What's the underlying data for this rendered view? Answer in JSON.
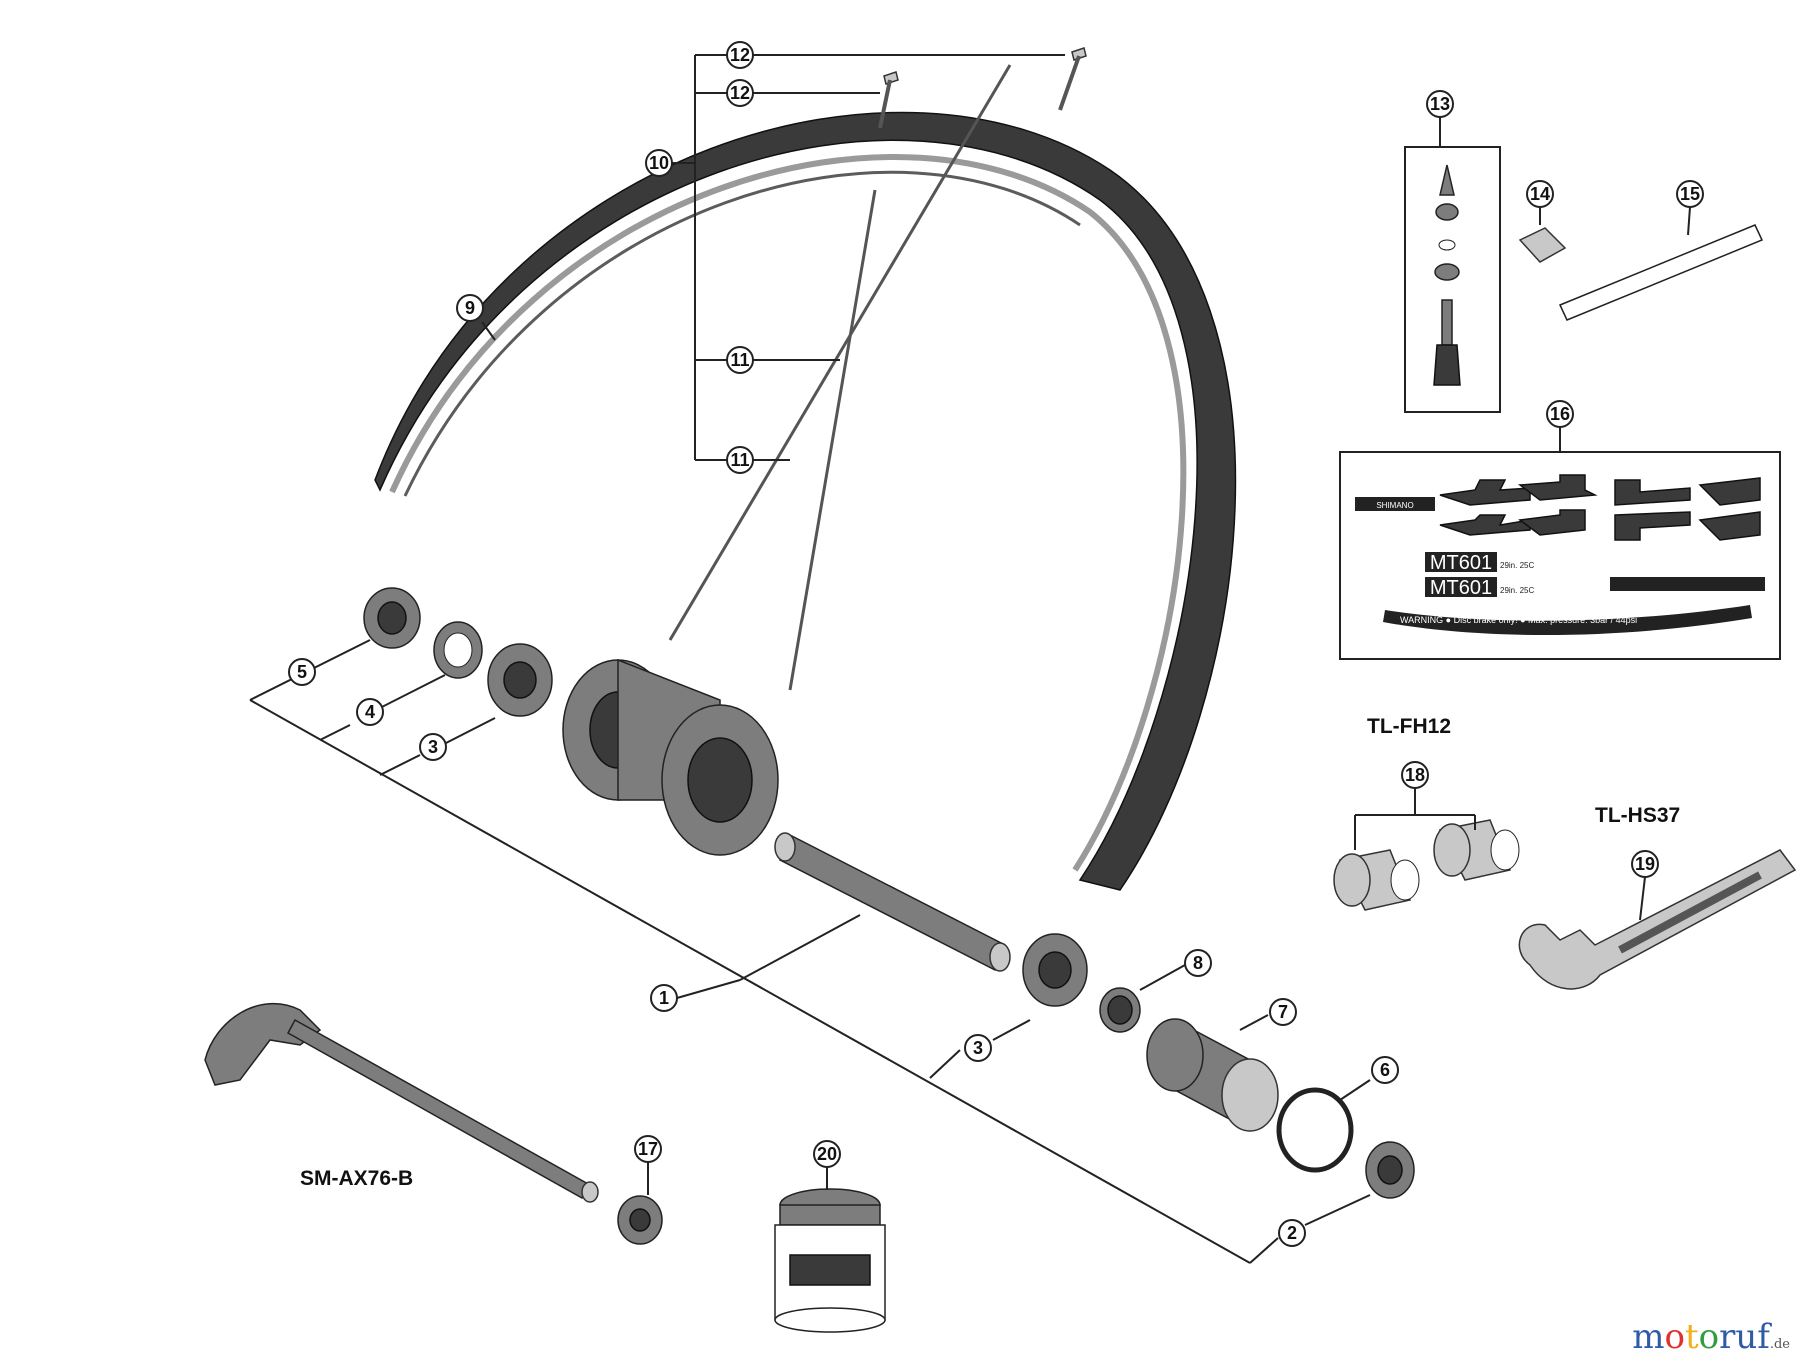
{
  "callouts": [
    {
      "num": "1"
    },
    {
      "num": "2"
    },
    {
      "num": "3"
    },
    {
      "num": "3"
    },
    {
      "num": "4"
    },
    {
      "num": "5"
    },
    {
      "num": "6"
    },
    {
      "num": "7"
    },
    {
      "num": "8"
    },
    {
      "num": "9"
    },
    {
      "num": "10"
    },
    {
      "num": "11"
    },
    {
      "num": "11"
    },
    {
      "num": "12"
    },
    {
      "num": "12"
    },
    {
      "num": "13"
    },
    {
      "num": "14"
    },
    {
      "num": "15"
    },
    {
      "num": "16"
    },
    {
      "num": "17"
    },
    {
      "num": "18"
    },
    {
      "num": "19"
    },
    {
      "num": "20"
    }
  ],
  "labels": {
    "thru_axle": "SM-AX76-B",
    "freehub_tool": "TL-FH12",
    "hub_spanner": "TL-HS37"
  },
  "decal": {
    "model_1": "MT601",
    "model_2": "MT601",
    "size_1": "29in. 25C",
    "size_2": "29in. 25C",
    "brand": "SHIMANO",
    "warning": "WARNING ● Disc brake only! ● Max. pressure: 3bar / 44psi"
  },
  "watermark": {
    "m": "m",
    "o1": "o",
    "t": "t",
    "o2": "o",
    "ruf": "ruf",
    "tld": ".de"
  },
  "colors": {
    "line": "#222222",
    "part_mid": "#7d7d7d",
    "part_dark": "#3a3a3a"
  }
}
